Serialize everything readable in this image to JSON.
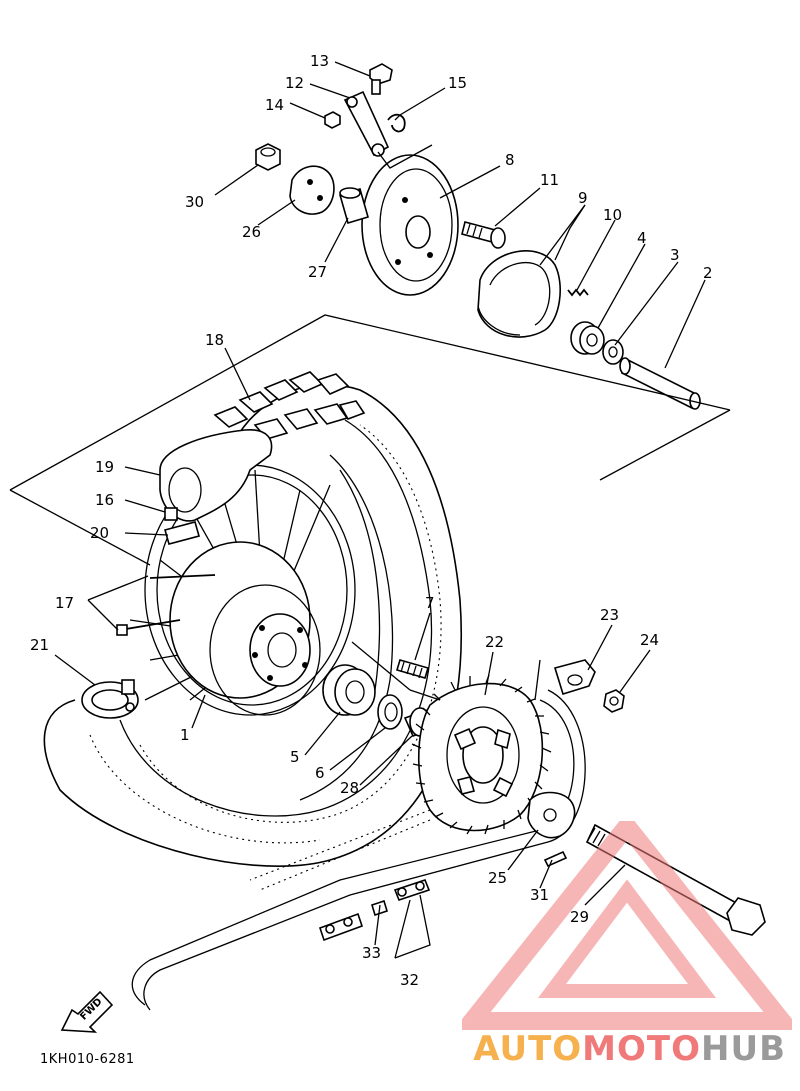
{
  "diagram": {
    "callouts": [
      "1",
      "2",
      "3",
      "4",
      "5",
      "6",
      "7",
      "8",
      "9",
      "10",
      "11",
      "12",
      "13",
      "14",
      "15",
      "16",
      "17",
      "18",
      "19",
      "20",
      "21",
      "22",
      "23",
      "24",
      "25",
      "26",
      "27",
      "28",
      "29",
      "30",
      "31",
      "32",
      "33"
    ],
    "direction_label": "FWD",
    "drawing_code": "1KH010-6281"
  },
  "watermark": {
    "part1": "AUTO",
    "part2": "MOTO",
    "part3": "HUB",
    "colors": {
      "auto": "#f6b04e",
      "moto": "#f07a7a",
      "hub": "#9a9a9a"
    }
  }
}
